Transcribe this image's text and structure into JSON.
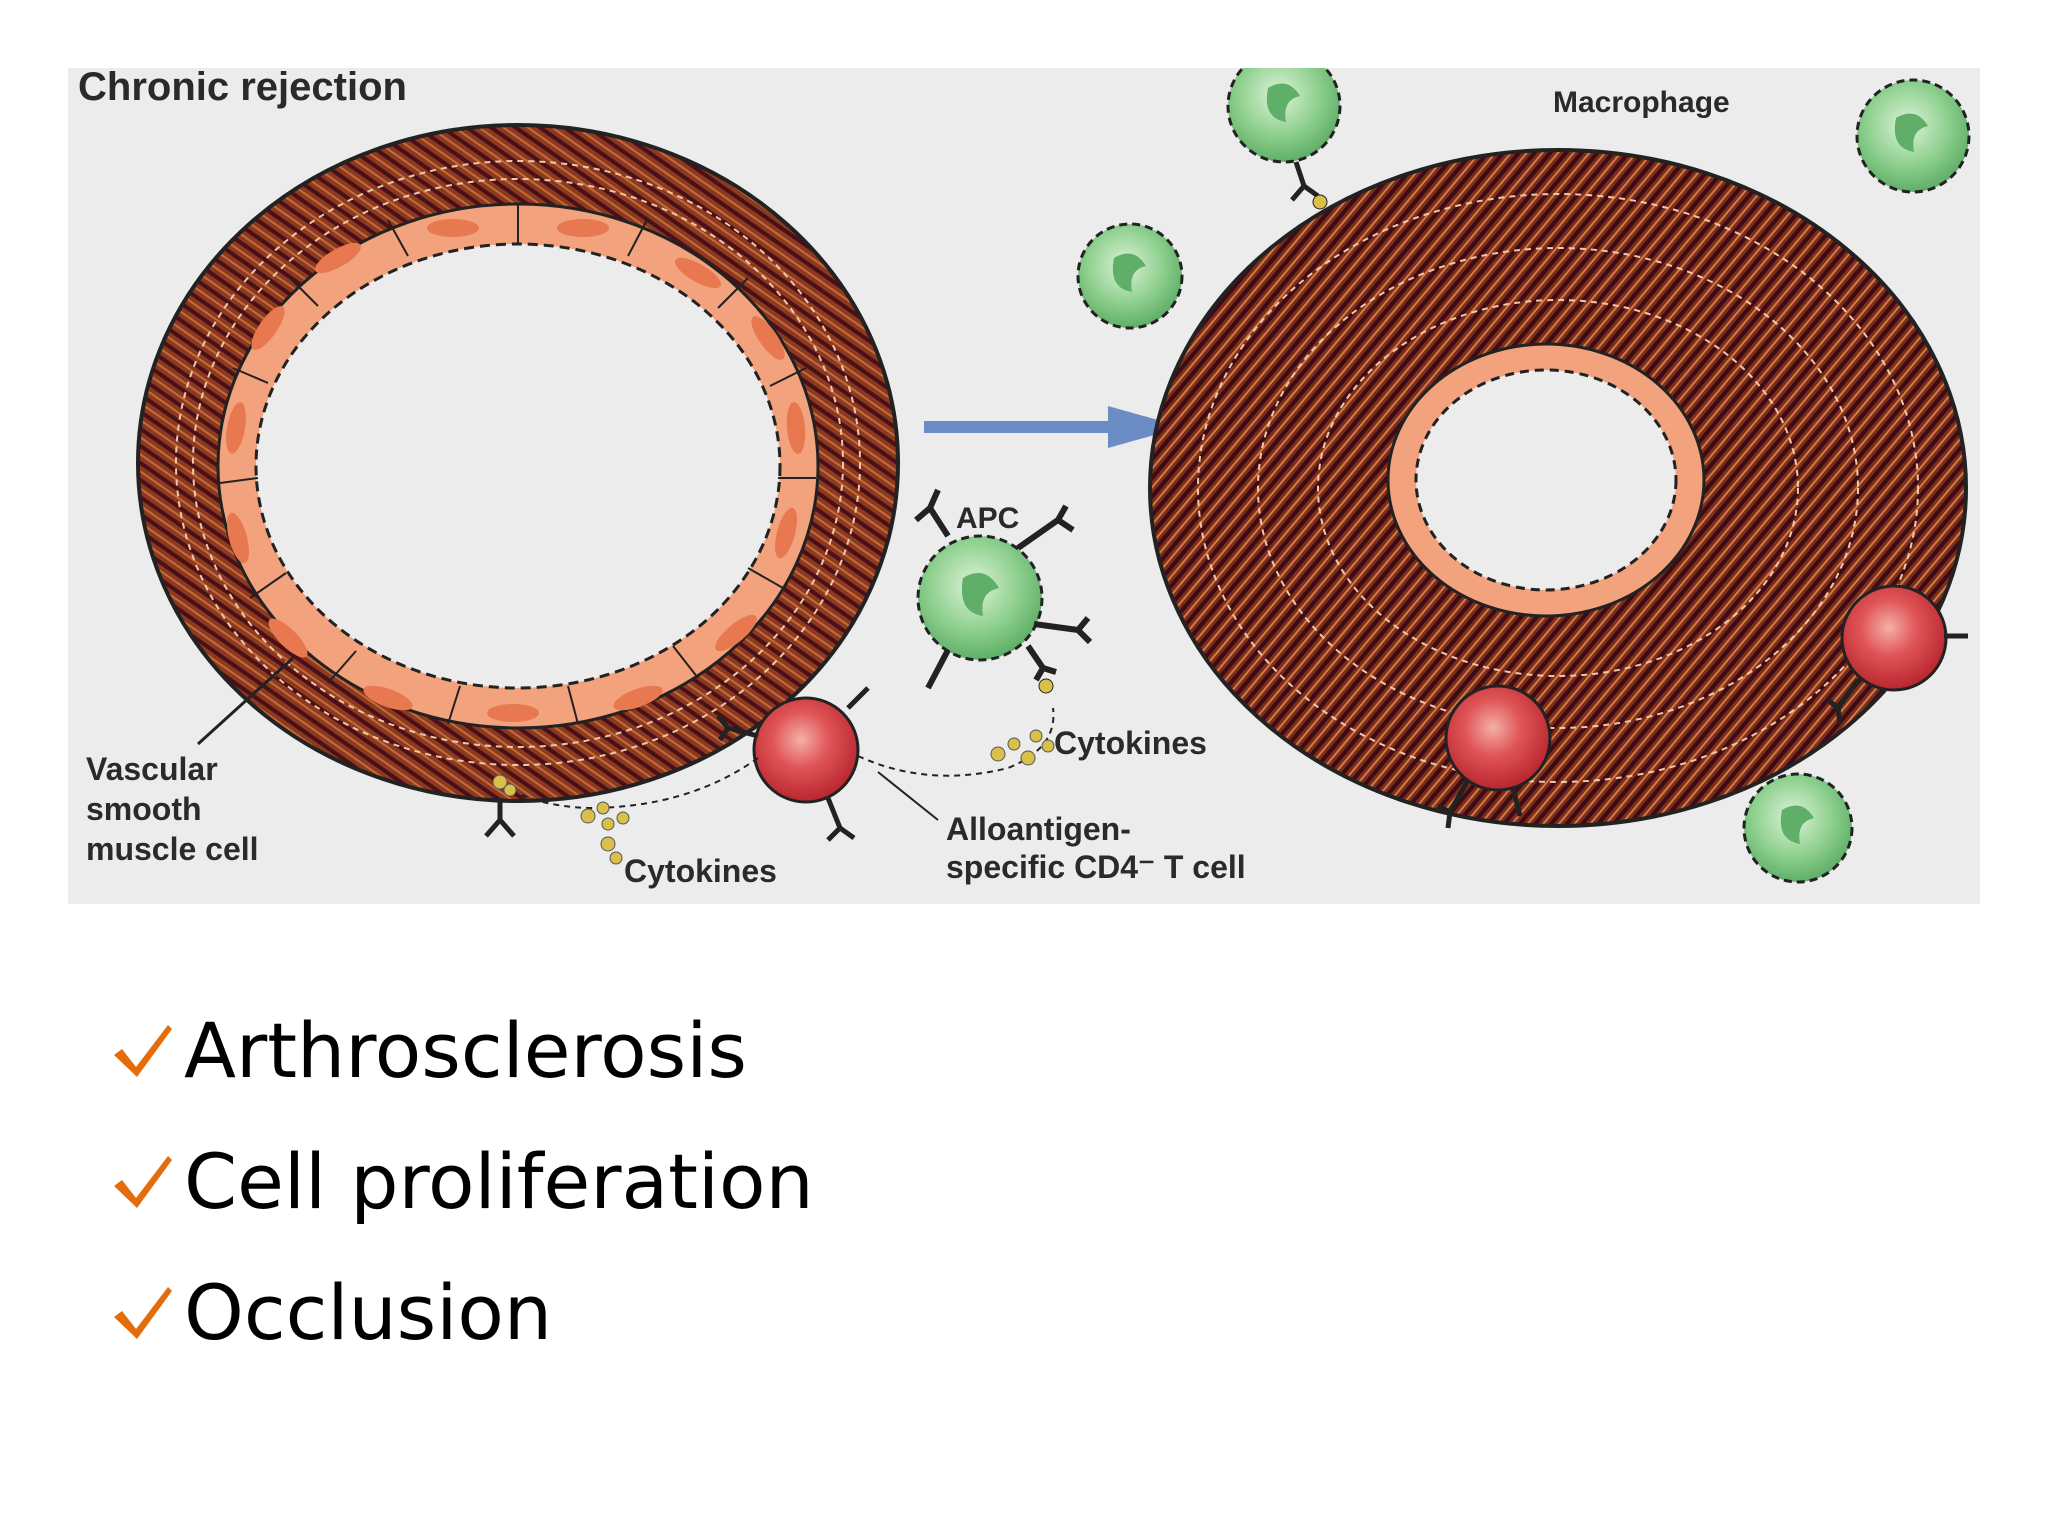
{
  "figure": {
    "title": "Chronic rejection",
    "labels": {
      "macrophage": "Macrophage",
      "apc": "APC",
      "cytokines_right": "Cytokines",
      "cytokines_left": "Cytokines",
      "vsmc_line1": "Vascular",
      "vsmc_line2": "smooth",
      "vsmc_line3": "muscle cell",
      "tcell_line1": "Alloantigen-",
      "tcell_line2": "specific CD4⁻ T cell"
    }
  },
  "bullets": [
    {
      "text": "Arthrosclerosis"
    },
    {
      "text": "Cell proliferation"
    },
    {
      "text": "Occlusion"
    }
  ],
  "colors": {
    "check": "#E46C0A",
    "arrow": "#6B8CC4",
    "vessel_wall": "#8B3A1E",
    "endothelium": "#F2A27C",
    "macrophage": "#8FD08F",
    "t_cell": "#D9444A",
    "cytokine": "#D8C04A"
  }
}
